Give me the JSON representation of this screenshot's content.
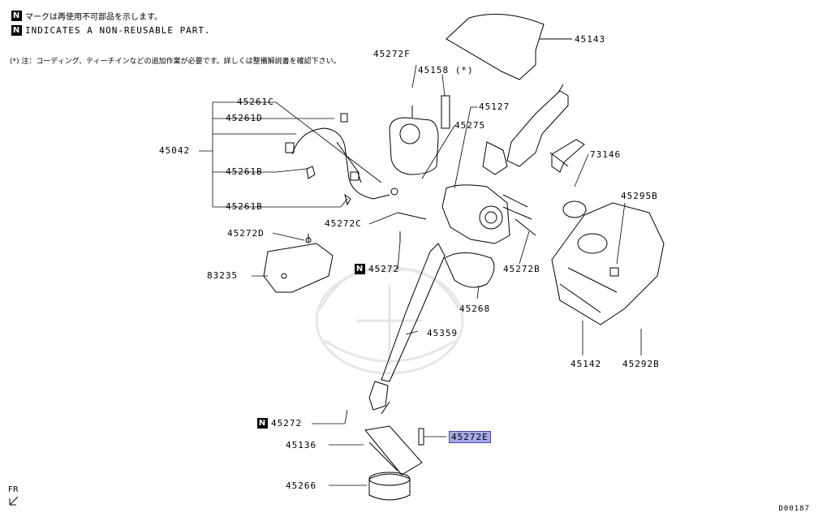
{
  "legend": {
    "badge": "N",
    "line_jp": "マークは再使用不可部品を示します。",
    "line_en": "INDICATES A NON-REUSABLE PART."
  },
  "note": "(*) 注：コーディング、ティーチインなどの追加作業が必要です。詳しくは整備解説書を確認下さい。",
  "labels": {
    "p45143": "45143",
    "p45272F": "45272F",
    "p45158": "45158 (*)",
    "p45261C": "45261C",
    "p45261D": "45261D",
    "p45127": "45127",
    "p45275": "45275",
    "p45042": "45042",
    "p45261B_1": "45261B",
    "p45261B_2": "45261B",
    "p73146": "73146",
    "p45295B": "45295B",
    "p45272C": "45272C",
    "p45272D": "45272D",
    "p45272_1": "45272",
    "p45272B": "45272B",
    "p83235": "83235",
    "p45268": "45268",
    "p45359": "45359",
    "p45142": "45142",
    "p45292B": "45292B",
    "p45272_2": "45272",
    "p45272E": "45272E",
    "p45136": "45136",
    "p45266": "45266"
  },
  "fr_label": "FR",
  "diagram_code": "D00187",
  "colors": {
    "line": "#000000",
    "highlight": "#a8a8e8"
  }
}
